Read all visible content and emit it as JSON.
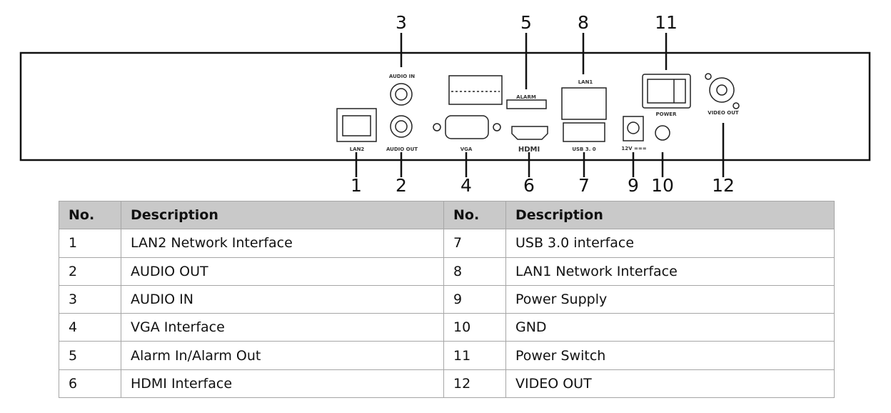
{
  "callouts": {
    "n1": "1",
    "n2": "2",
    "n3": "3",
    "n4": "4",
    "n5": "5",
    "n6": "6",
    "n7": "7",
    "n8": "8",
    "n9": "9",
    "n10": "10",
    "n11": "11",
    "n12": "12"
  },
  "port_labels": {
    "audio_in": "AUDIO IN",
    "audio_out": "AUDIO OUT",
    "lan2": "LAN2",
    "vga": "VGA",
    "hdmi": "HDMI",
    "usb": "USB 3. 0",
    "lan1": "LAN1",
    "alarm": "ALARM",
    "power": "POWER",
    "video_out": "VIDEO OUT",
    "v12": "12V ==="
  },
  "table": {
    "headers": [
      "No.",
      "Description",
      "No.",
      "Description"
    ],
    "rows": [
      [
        "1",
        "LAN2 Network Interface",
        "7",
        "USB 3.0 interface"
      ],
      [
        "2",
        "AUDIO OUT",
        "8",
        "LAN1 Network Interface"
      ],
      [
        "3",
        "AUDIO IN",
        "9",
        "Power Supply"
      ],
      [
        "4",
        "VGA Interface",
        "10",
        "GND"
      ],
      [
        "5",
        "Alarm In/Alarm Out",
        "11",
        "Power Switch"
      ],
      [
        "6",
        "HDMI Interface",
        "12",
        "VIDEO OUT"
      ]
    ]
  }
}
